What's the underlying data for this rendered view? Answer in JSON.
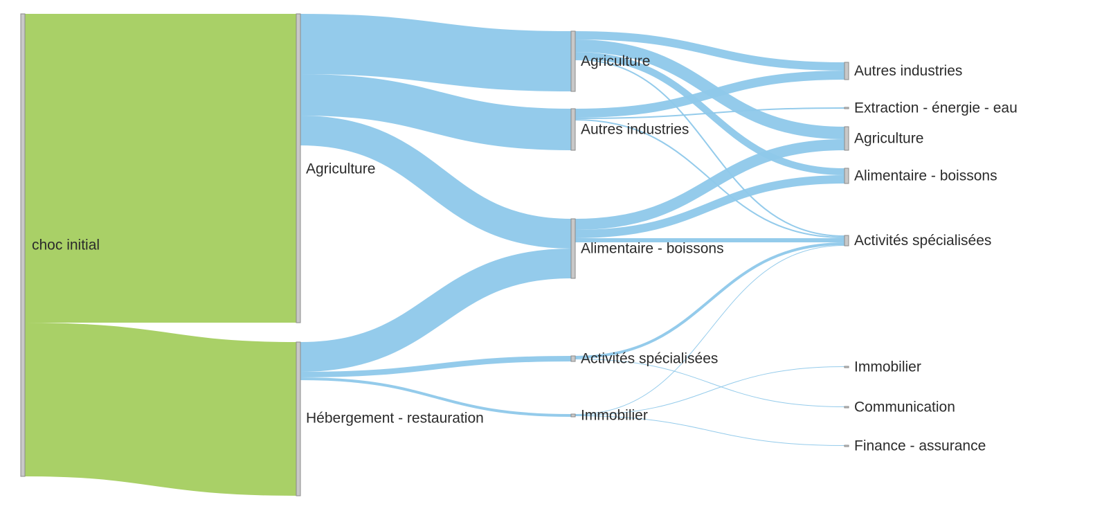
{
  "chart_data": {
    "type": "sankey",
    "colors": {
      "root_flow": "#a9d067",
      "flow": "#8ec8ea",
      "node": "#c8c8c8",
      "node_border": "#8a8a8a"
    },
    "nodes": [
      {
        "id": "choc",
        "label": "choc initial",
        "column": 0
      },
      {
        "id": "c1_agri",
        "label": "Agriculture",
        "column": 1
      },
      {
        "id": "c1_heb",
        "label": "Hébergement - restauration",
        "column": 1
      },
      {
        "id": "c2_agri",
        "label": "Agriculture",
        "column": 2
      },
      {
        "id": "c2_autres",
        "label": "Autres industries",
        "column": 2
      },
      {
        "id": "c2_alim",
        "label": "Alimentaire - boissons",
        "column": 2
      },
      {
        "id": "c2_activ",
        "label": "Activités spécialisées",
        "column": 2
      },
      {
        "id": "c2_immo",
        "label": "Immobilier",
        "column": 2
      },
      {
        "id": "c3_autres",
        "label": "Autres industries",
        "column": 3
      },
      {
        "id": "c3_extr",
        "label": "Extraction - énergie - eau",
        "column": 3
      },
      {
        "id": "c3_agri",
        "label": "Agriculture",
        "column": 3
      },
      {
        "id": "c3_alim",
        "label": "Alimentaire - boissons",
        "column": 3
      },
      {
        "id": "c3_activ",
        "label": "Activités spécialisées",
        "column": 3
      },
      {
        "id": "c3_immo",
        "label": "Immobilier",
        "column": 3
      },
      {
        "id": "c3_comm",
        "label": "Communication",
        "column": 3
      },
      {
        "id": "c3_fin",
        "label": "Finance - assurance",
        "column": 3
      }
    ],
    "links": [
      {
        "source": "choc",
        "target": "c1_agri",
        "value": 446
      },
      {
        "source": "choc",
        "target": "c1_heb",
        "value": 222
      },
      {
        "source": "c1_agri",
        "target": "c2_agri",
        "value": 87
      },
      {
        "source": "c1_agri",
        "target": "c2_autres",
        "value": 60
      },
      {
        "source": "c1_agri",
        "target": "c2_alim",
        "value": 43
      },
      {
        "source": "c1_heb",
        "target": "c2_alim",
        "value": 43
      },
      {
        "source": "c1_heb",
        "target": "c2_activ",
        "value": 8
      },
      {
        "source": "c1_heb",
        "target": "c2_immo",
        "value": 4
      },
      {
        "source": "c2_agri",
        "target": "c3_autres",
        "value": 12
      },
      {
        "source": "c2_agri",
        "target": "c3_agri",
        "value": 18
      },
      {
        "source": "c2_agri",
        "target": "c3_alim",
        "value": 10
      },
      {
        "source": "c2_agri",
        "target": "c3_activ",
        "value": 2
      },
      {
        "source": "c2_autres",
        "target": "c3_autres",
        "value": 13
      },
      {
        "source": "c2_autres",
        "target": "c3_extr",
        "value": 2
      },
      {
        "source": "c2_autres",
        "target": "c3_activ",
        "value": 2
      },
      {
        "source": "c2_alim",
        "target": "c3_agri",
        "value": 16
      },
      {
        "source": "c2_alim",
        "target": "c3_alim",
        "value": 12
      },
      {
        "source": "c2_alim",
        "target": "c3_activ",
        "value": 6
      },
      {
        "source": "c2_activ",
        "target": "c3_activ",
        "value": 4
      },
      {
        "source": "c2_activ",
        "target": "c3_comm",
        "value": 1
      },
      {
        "source": "c2_immo",
        "target": "c3_activ",
        "value": 1
      },
      {
        "source": "c2_immo",
        "target": "c3_immo",
        "value": 1
      },
      {
        "source": "c2_immo",
        "target": "c3_fin",
        "value": 1
      }
    ]
  }
}
